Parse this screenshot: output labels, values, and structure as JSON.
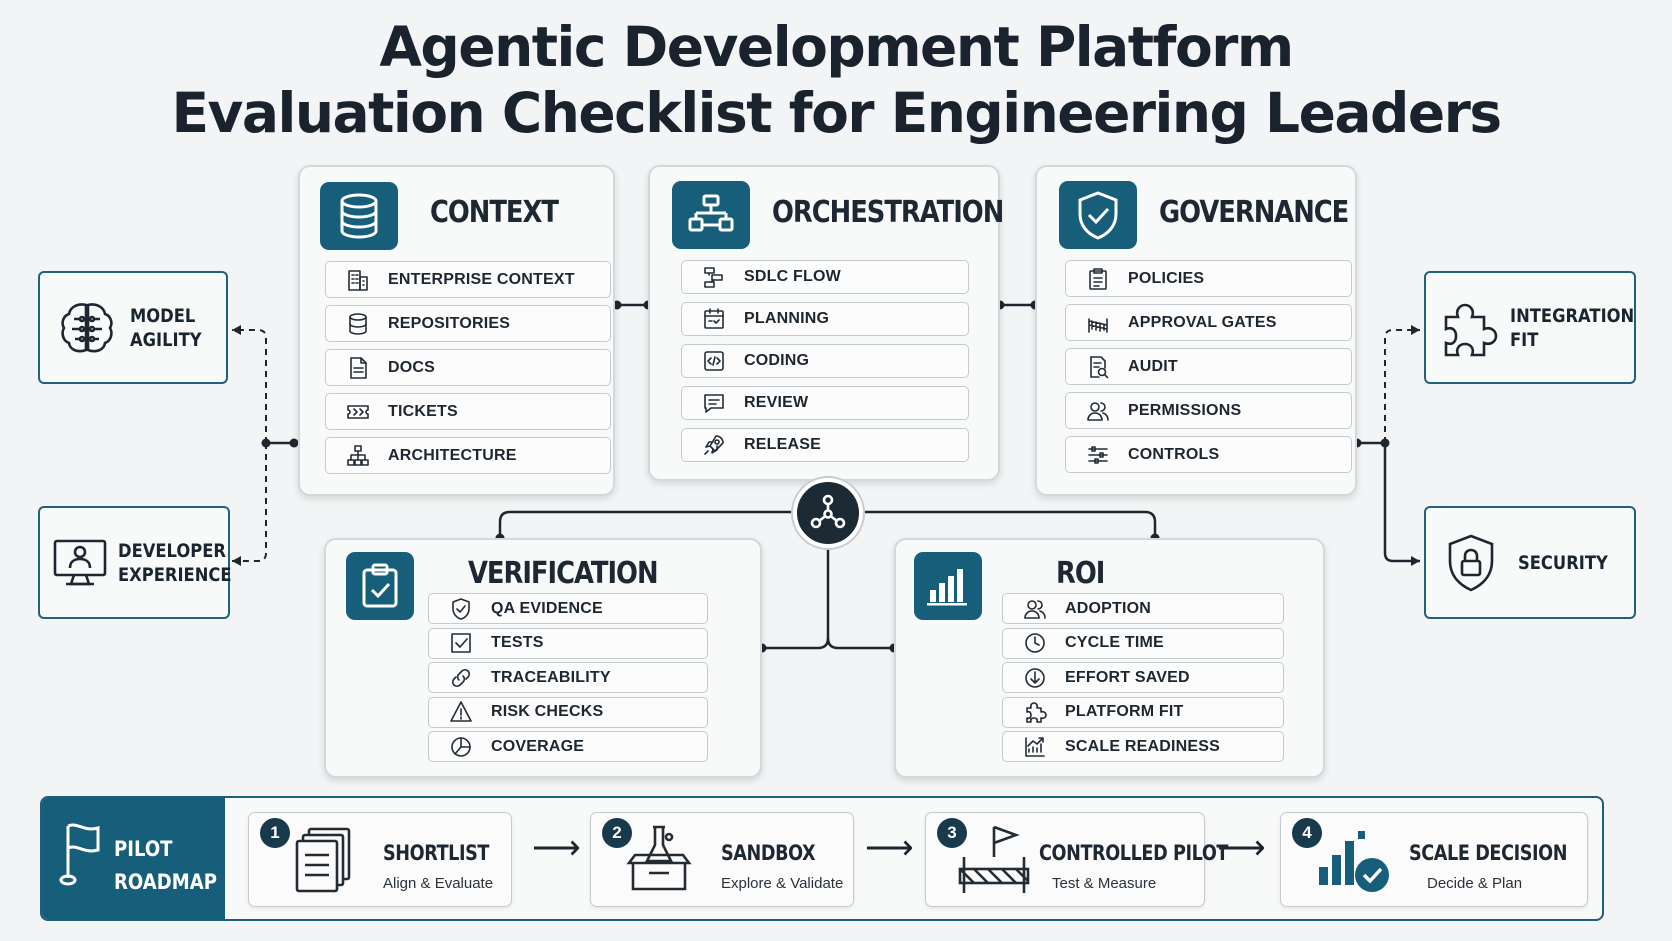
{
  "title": {
    "line1": "Agentic Development Platform",
    "line2": "Evaluation Checklist for Engineering Leaders"
  },
  "context": {
    "title": "CONTEXT",
    "icon": "database-icon",
    "items": [
      {
        "label": "ENTERPRISE CONTEXT",
        "icon": "building-icon"
      },
      {
        "label": "REPOSITORIES",
        "icon": "database-small-icon"
      },
      {
        "label": "DOCS",
        "icon": "document-icon"
      },
      {
        "label": "TICKETS",
        "icon": "ticket-icon"
      },
      {
        "label": "ARCHITECTURE",
        "icon": "hierarchy-icon"
      }
    ]
  },
  "orchestration": {
    "title": "ORCHESTRATION",
    "icon": "flowchart-icon",
    "items": [
      {
        "label": "SDLC FLOW",
        "icon": "flow-icon"
      },
      {
        "label": "PLANNING",
        "icon": "calendar-icon"
      },
      {
        "label": "CODING",
        "icon": "code-icon"
      },
      {
        "label": "REVIEW",
        "icon": "comment-icon"
      },
      {
        "label": "RELEASE",
        "icon": "rocket-icon"
      }
    ]
  },
  "governance": {
    "title": "GOVERNANCE",
    "icon": "shield-check-icon",
    "items": [
      {
        "label": "POLICIES",
        "icon": "clipboard-icon"
      },
      {
        "label": "APPROVAL GATES",
        "icon": "gate-icon"
      },
      {
        "label": "AUDIT",
        "icon": "audit-search-icon"
      },
      {
        "label": "PERMISSIONS",
        "icon": "users-icon"
      },
      {
        "label": "CONTROLS",
        "icon": "sliders-icon"
      }
    ]
  },
  "verification": {
    "title": "VERIFICATION",
    "icon": "clipboard-check-icon",
    "items": [
      {
        "label": "QA EVIDENCE",
        "icon": "shield-small-icon"
      },
      {
        "label": "TESTS",
        "icon": "checkbox-icon"
      },
      {
        "label": "TRACEABILITY",
        "icon": "link-icon"
      },
      {
        "label": "RISK CHECKS",
        "icon": "warning-icon"
      },
      {
        "label": "COVERAGE",
        "icon": "pie-icon"
      }
    ]
  },
  "roi": {
    "title": "ROI",
    "icon": "bar-chart-icon",
    "items": [
      {
        "label": "ADOPTION",
        "icon": "users-icon"
      },
      {
        "label": "CYCLE TIME",
        "icon": "clock-icon"
      },
      {
        "label": "EFFORT SAVED",
        "icon": "down-arrow-circle-icon"
      },
      {
        "label": "PLATFORM FIT",
        "icon": "puzzle-small-icon"
      },
      {
        "label": "SCALE READINESS",
        "icon": "growth-chart-icon"
      }
    ]
  },
  "sides": {
    "model_agility": {
      "line1": "MODEL",
      "line2": "AGILITY",
      "icon": "brain-icon"
    },
    "developer_experience": {
      "line1": "DEVELOPER",
      "line2": "EXPERIENCE",
      "icon": "developer-monitor-icon"
    },
    "integration_fit": {
      "line1": "INTEGRATION",
      "line2": "FIT",
      "icon": "puzzle-icon"
    },
    "security": {
      "line1": "SECURITY",
      "icon": "shield-lock-icon"
    }
  },
  "hub": {
    "icon": "network-hub-icon"
  },
  "roadmap": {
    "label_line1": "PILOT",
    "label_line2": "ROADMAP",
    "label_icon": "flag-icon",
    "steps": [
      {
        "number": "1",
        "name": "SHORTLIST",
        "sub": "Align & Evaluate",
        "icon": "documents-icon"
      },
      {
        "number": "2",
        "name": "SANDBOX",
        "sub": "Explore & Validate",
        "icon": "sandbox-flask-icon"
      },
      {
        "number": "3",
        "name": "CONTROLLED PILOT",
        "sub": "Test & Measure",
        "icon": "pilot-flag-icon"
      },
      {
        "number": "4",
        "name": "SCALE DECISION",
        "sub": "Decide & Plan",
        "icon": "chart-check-icon"
      }
    ]
  },
  "colors": {
    "accent": "#175e7b",
    "dark": "#1c2a36",
    "text": "#1b2530",
    "background": "#f3f4f5"
  }
}
